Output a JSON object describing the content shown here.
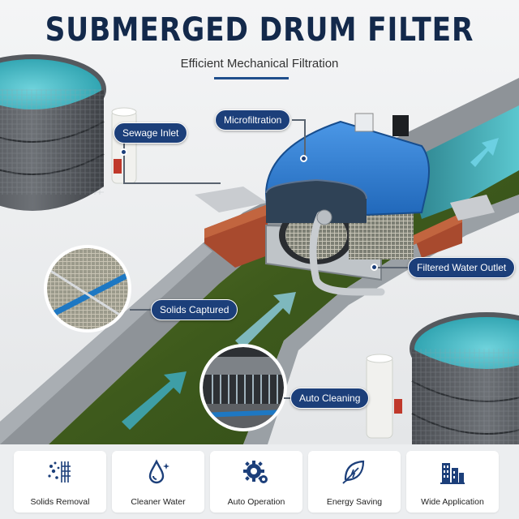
{
  "title": "SUBMERGED DRUM FILTER",
  "subtitle": "Efficient Mechanical Filtration",
  "callouts": {
    "sewage_inlet": "Sewage Inlet",
    "microfiltration": "Microfiltration",
    "filtered_water_outlet": "Filtered Water Outlet",
    "solids_captured": "Solids Captured",
    "auto_cleaning": "Auto Cleaning"
  },
  "features": [
    {
      "label": "Solids Removal",
      "icon": "particles-icon"
    },
    {
      "label": "Cleaner Water",
      "icon": "water-drop-icon"
    },
    {
      "label": "Auto Operation",
      "icon": "gear-icon"
    },
    {
      "label": "Energy Saving",
      "icon": "leaf-plug-icon"
    },
    {
      "label": "Wide Application",
      "icon": "buildings-icon"
    }
  ],
  "colors": {
    "title": "#13294b",
    "callout": "#1c3f7a",
    "drum_housing": "#2f7fd6",
    "water": "#3e5a1c",
    "tank_water": "#3fb6c4"
  }
}
